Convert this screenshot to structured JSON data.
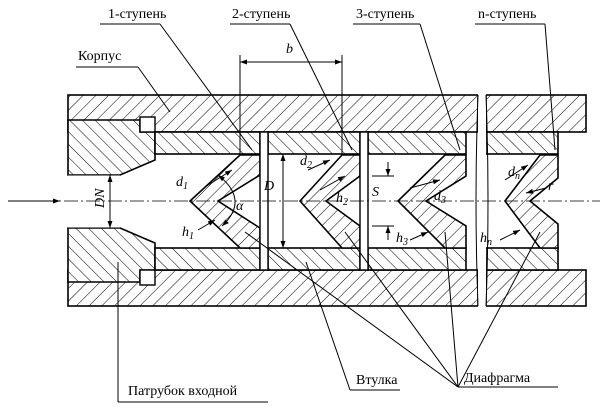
{
  "labels": {
    "stage1": "1-ступень",
    "stage2": "2-ступень",
    "stage3": "3-ступень",
    "stageN": "n-ступень",
    "housing": "Корпус",
    "inlet_pipe": "Патрубок входной",
    "sleeve": "Втулка",
    "diaphragm": "Диафрагма"
  },
  "dimensions": {
    "b": "b",
    "D": "D",
    "DN": "DN",
    "S": "S",
    "r": "r",
    "alpha": "α",
    "d1": {
      "base": "d",
      "sub": "1"
    },
    "d2": {
      "base": "d",
      "sub": "2"
    },
    "d3": {
      "base": "d",
      "sub": "3"
    },
    "dn": {
      "base": "d",
      "sub": "n"
    },
    "h1": {
      "base": "h",
      "sub": "1"
    },
    "h2": {
      "base": "h",
      "sub": "2"
    },
    "h3": {
      "base": "h",
      "sub": "3"
    },
    "hn": {
      "base": "h",
      "sub": "n"
    }
  }
}
